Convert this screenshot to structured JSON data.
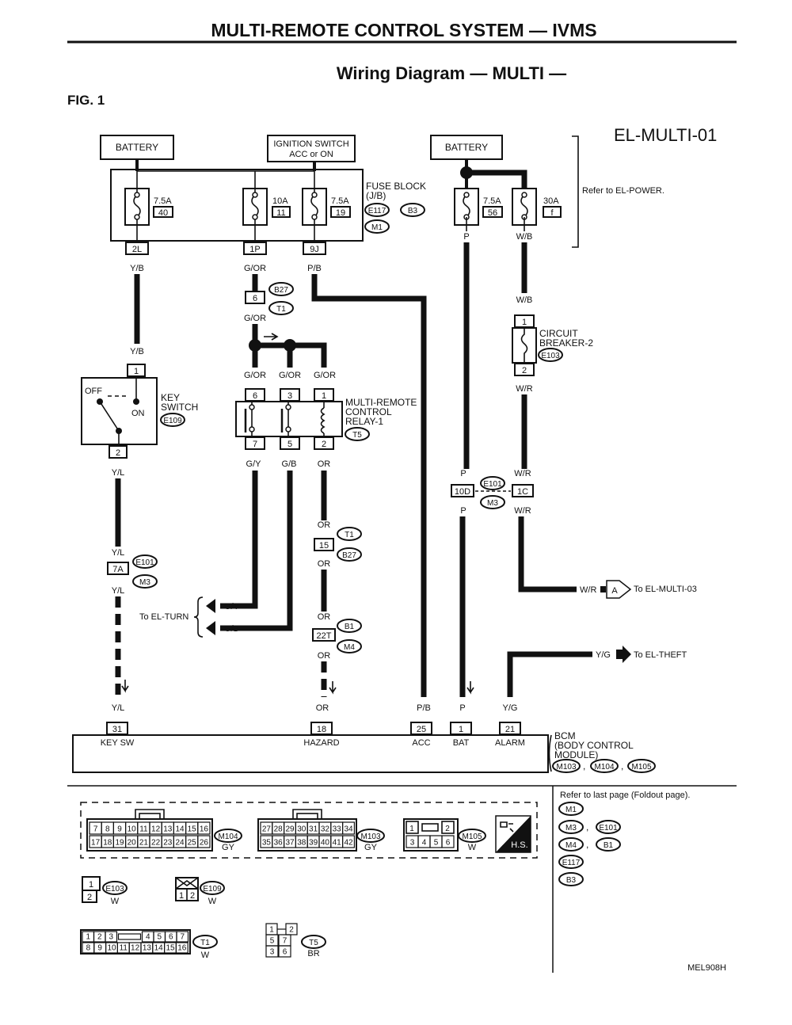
{
  "header": {
    "title": "MULTI-REMOTE CONTROL SYSTEM — IVMS",
    "subtitle": "Wiring Diagram — MULTI —",
    "fig": "FIG. 1",
    "diagram_id": "EL-MULTI-01",
    "refer_power": "Refer to EL-POWER.",
    "code": "MEL908H"
  },
  "power": {
    "battery1": "BATTERY",
    "ign_line1": "IGNITION SWITCH",
    "ign_line2": "ACC or ON",
    "battery2": "BATTERY"
  },
  "fuse_block": {
    "label1": "FUSE BLOCK",
    "label2": "(J/B)",
    "connectors": [
      "E117",
      "B3",
      "M1"
    ],
    "fuses": [
      {
        "amp": "7.5A",
        "num": "40"
      },
      {
        "amp": "10A",
        "num": "11"
      },
      {
        "amp": "7.5A",
        "num": "19"
      },
      {
        "amp": "7.5A",
        "num": "56"
      },
      {
        "amp": "30A",
        "num": "f"
      }
    ],
    "terminals": [
      "2L",
      "1P",
      "9J"
    ]
  },
  "wires": {
    "yb": "Y/B",
    "gor": "G/OR",
    "pb": "P/B",
    "p": "P",
    "wb": "W/B",
    "wr": "W/R",
    "yl": "Y/L",
    "gy": "G/Y",
    "gb": "G/B",
    "or": "OR",
    "yg": "Y/G"
  },
  "conn_labels": {
    "c6": "6",
    "b27": "B27",
    "t1": "T1",
    "c15": "15",
    "c22t": "22T",
    "b1": "B1",
    "m4": "M4",
    "c7a": "7A",
    "e101": "E101",
    "m3": "M3",
    "c10d": "10D",
    "c1c": "1C"
  },
  "breaker": {
    "line1": "CIRCUIT",
    "line2": "BREAKER-2",
    "conn": "E103",
    "pins": [
      "1",
      "2"
    ]
  },
  "key_switch": {
    "off": "OFF",
    "on": "ON",
    "label1": "KEY",
    "label2": "SWITCH",
    "conn": "E109",
    "pins": [
      "1",
      "2"
    ]
  },
  "relay": {
    "line1": "MULTI-REMOTE",
    "line2": "CONTROL",
    "line3": "RELAY-1",
    "conn": "T5",
    "pins_top": [
      "6",
      "3",
      "1"
    ],
    "pins_bottom": [
      "7",
      "5",
      "2"
    ]
  },
  "destinations": {
    "turn": "To EL-TURN",
    "multi03": "To EL-MULTI-03",
    "theft": "To EL-THEFT",
    "arrow_a": "A"
  },
  "bcm": {
    "line1": "BCM",
    "line2": "(BODY CONTROL",
    "line3": "MODULE)",
    "connectors": [
      "M103",
      "M104",
      "M105"
    ],
    "pins": [
      {
        "num": "31",
        "label": "KEY SW"
      },
      {
        "num": "18",
        "label": "HAZARD"
      },
      {
        "num": "25",
        "label": "ACC"
      },
      {
        "num": "1",
        "label": "BAT"
      },
      {
        "num": "21",
        "label": "ALARM"
      }
    ]
  },
  "legend": {
    "m104_row1": [
      "7",
      "8",
      "9",
      "10",
      "11",
      "12",
      "13",
      "14",
      "15",
      "16"
    ],
    "m104_row2": [
      "17",
      "18",
      "19",
      "20",
      "21",
      "22",
      "23",
      "24",
      "25",
      "26"
    ],
    "m104_name": "M104",
    "m104_color": "GY",
    "m103_row1": [
      "27",
      "28",
      "29",
      "30",
      "31",
      "32",
      "33",
      "34"
    ],
    "m103_row2": [
      "35",
      "36",
      "37",
      "38",
      "39",
      "40",
      "41",
      "42"
    ],
    "m103_name": "M103",
    "m103_color": "GY",
    "m105_row1": [
      "1",
      "2"
    ],
    "m105_row2": [
      "3",
      "4",
      "5",
      "6"
    ],
    "m105_name": "M105",
    "m105_color": "W",
    "hs": "H.S.",
    "e103_pins": [
      "1",
      "2"
    ],
    "e103_name": "E103",
    "e103_color": "W",
    "e109_pins": [
      "1",
      "2"
    ],
    "e109_name": "E109",
    "e109_color": "W",
    "t1_row1": [
      "1",
      "2",
      "3",
      "4",
      "5",
      "6",
      "7"
    ],
    "t1_row2": [
      "8",
      "9",
      "10",
      "11",
      "12",
      "13",
      "14",
      "15",
      "16"
    ],
    "t1_name": "T1",
    "t1_color": "W",
    "t5_rows": [
      [
        "1",
        "2"
      ],
      [
        "5",
        "7"
      ],
      [
        "3",
        "6"
      ]
    ],
    "t5_name": "T5",
    "t5_color": "BR",
    "refer_last": "Refer to last page (Foldout page).",
    "ref_row1": [
      "M1"
    ],
    "ref_row2": [
      "M3",
      "E101"
    ],
    "ref_row3": [
      "M4",
      "B1"
    ],
    "ref_row4": [
      "E117"
    ],
    "ref_row5": [
      "B3"
    ]
  }
}
